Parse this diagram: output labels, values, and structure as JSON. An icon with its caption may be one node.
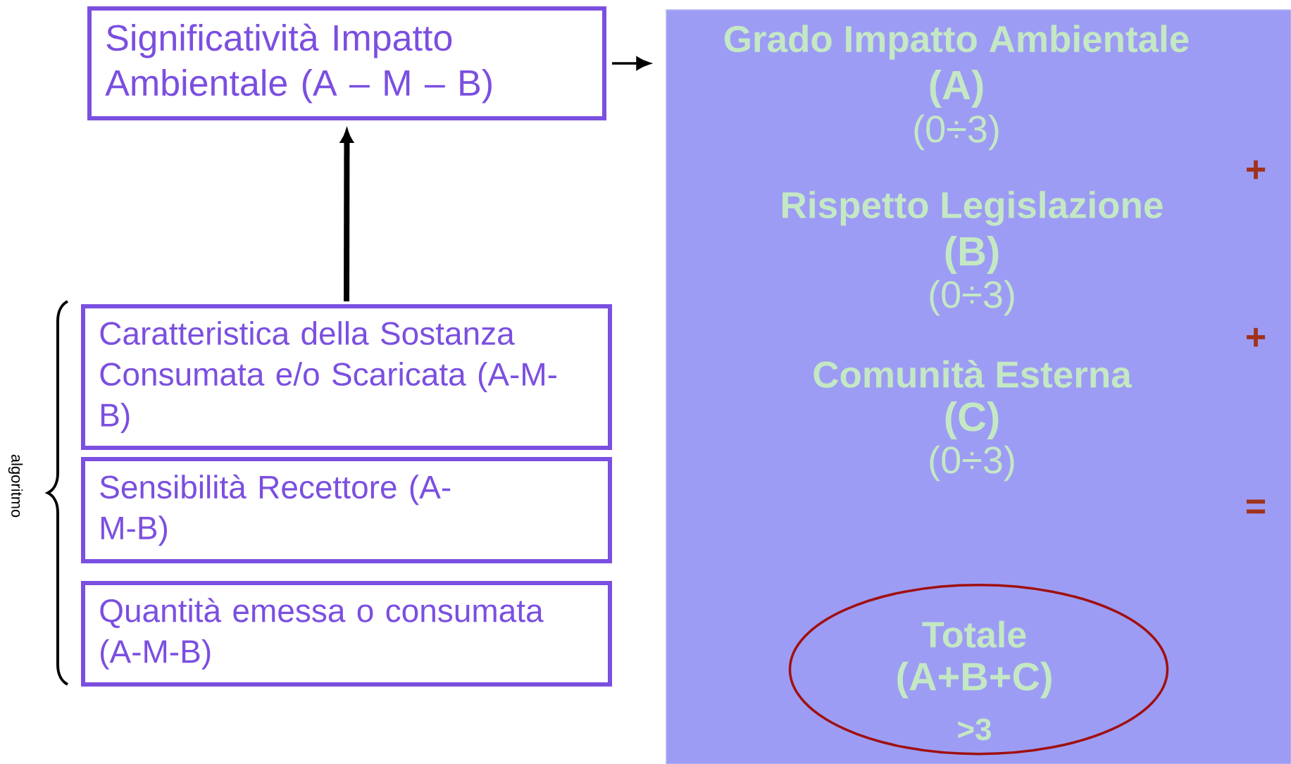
{
  "diagram": {
    "nodes": [
      {
        "text": [
          "Significatività Impatto Ambientale (A – M – B)"
        ]
      },
      {
        "text": [
          "Grado Impatto Ambientale",
          "(A)",
          "(0÷3)",
          "Rispetto Legislazione",
          "(B)",
          "(0÷3)",
          "Comunità Esterna",
          "(C)",
          "(0÷3)"
        ]
      },
      {
        "text": [
          "Caratteristica della Sostanza Consumata e/o Scaricata (A-M-B)"
        ]
      },
      {
        "text": [
          "Sensibilità Recettore (A-M-B)"
        ]
      },
      {
        "text": [
          "Quantità emessa o consumata (A-M-B)"
        ]
      },
      {
        "text": [
          "Totale",
          "(A+B+C)",
          ">3"
        ],
        "in": 1
      }
    ],
    "edges": [
      {
        "from": 0,
        "to": 1,
        "arrow": "to"
      },
      {
        "from": 2,
        "to": 0,
        "arrow": "to",
        "style": "thick"
      }
    ],
    "labels": [
      "+",
      "+",
      "algoritmo",
      "="
    ]
  }
}
